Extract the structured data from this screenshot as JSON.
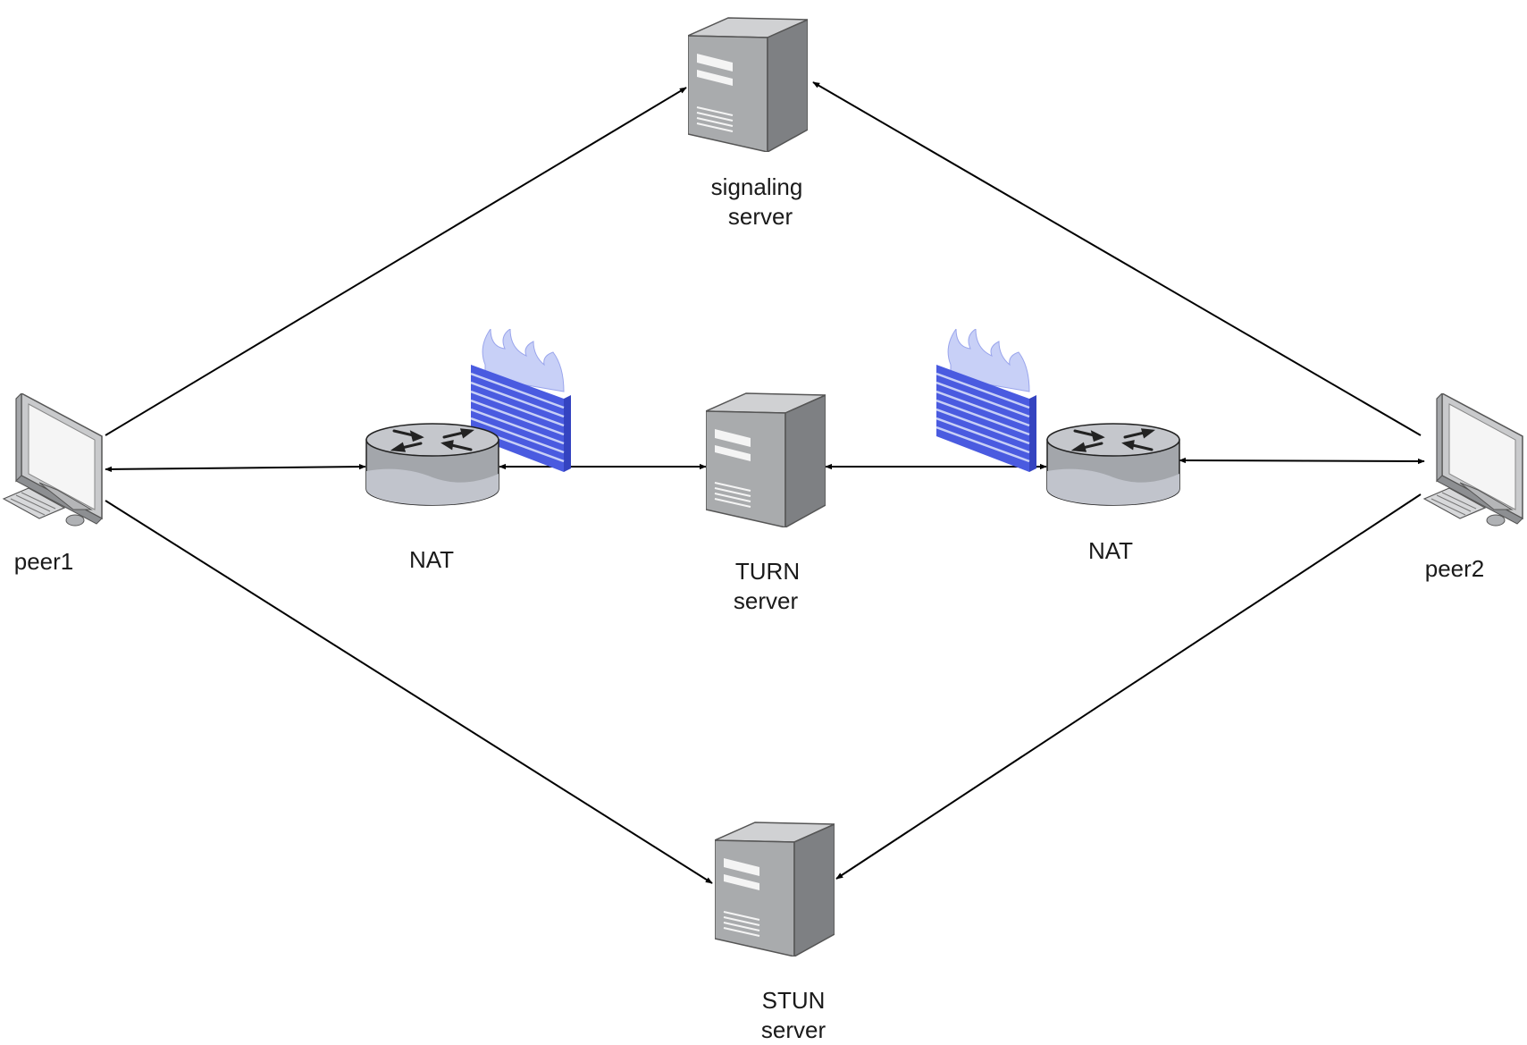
{
  "nodes": {
    "peer1": {
      "label": "peer1",
      "type": "computer"
    },
    "peer2": {
      "label": "peer2",
      "type": "computer"
    },
    "signaling": {
      "label_lines": [
        "signaling",
        "server"
      ],
      "type": "server"
    },
    "turn": {
      "label_lines": [
        "TURN",
        "server"
      ],
      "type": "server"
    },
    "stun": {
      "label_lines": [
        "STUN",
        "server"
      ],
      "type": "server"
    },
    "nat1": {
      "label": "NAT",
      "type": "router"
    },
    "nat2": {
      "label": "NAT",
      "type": "router"
    },
    "firewall1": {
      "type": "firewall"
    },
    "firewall2": {
      "type": "firewall"
    }
  },
  "edges": [
    {
      "from": "peer1",
      "to": "signaling",
      "arrows": "end"
    },
    {
      "from": "peer2",
      "to": "signaling",
      "arrows": "end"
    },
    {
      "from": "peer1",
      "to": "stun",
      "arrows": "end"
    },
    {
      "from": "peer2",
      "to": "stun",
      "arrows": "end"
    },
    {
      "from": "peer1",
      "to": "nat1",
      "arrows": "both"
    },
    {
      "from": "nat1",
      "to": "turn",
      "arrows": "both"
    },
    {
      "from": "turn",
      "to": "nat2",
      "arrows": "both"
    },
    {
      "from": "nat2",
      "to": "peer2",
      "arrows": "both"
    }
  ],
  "colors": {
    "server_front": "#a9abad",
    "server_side": "#7e8083",
    "server_top": "#d0d1d3",
    "router_body": "#a3a6ab",
    "firewall_brick": "#4a5be0",
    "firewall_flame": "#c8d0f7",
    "edge": "#000000"
  }
}
